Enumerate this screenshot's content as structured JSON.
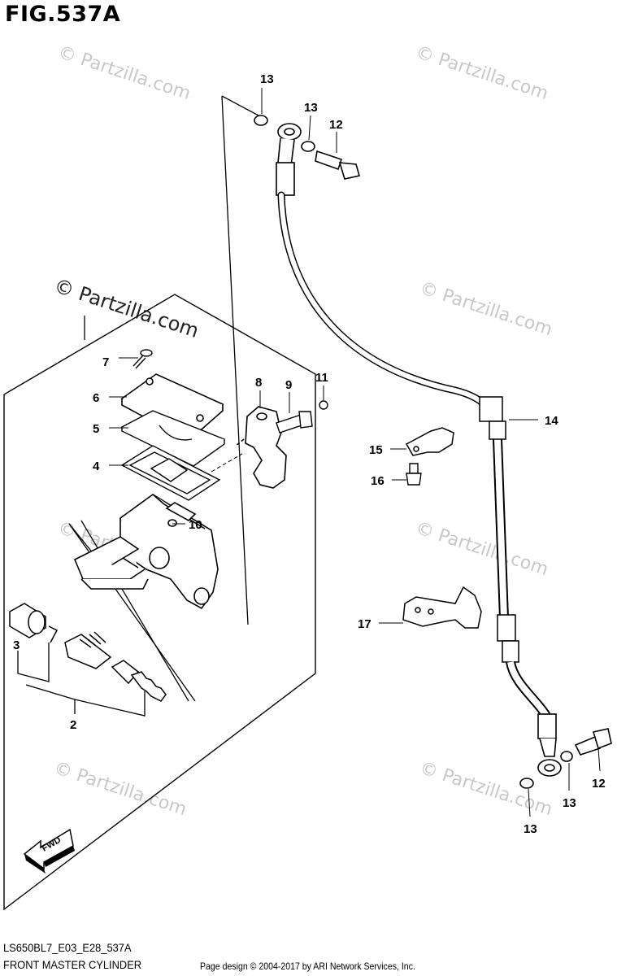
{
  "figure": {
    "title": "FIG.537A",
    "code": "LS650BL7_E03_E28_537A",
    "name": "FRONT MASTER CYLINDER",
    "copyright": "Page design © 2004-2017 by ARI Network Services, Inc."
  },
  "watermark": {
    "text": "© Partzilla.com",
    "prominent_text": "© Partzilla.com"
  },
  "fwd_label": "FWD",
  "callouts": [
    {
      "id": "c13a",
      "label": "13"
    },
    {
      "id": "c13b",
      "label": "13"
    },
    {
      "id": "c12a",
      "label": "12"
    },
    {
      "id": "c7",
      "label": "7"
    },
    {
      "id": "c6",
      "label": "6"
    },
    {
      "id": "c5",
      "label": "5"
    },
    {
      "id": "c4",
      "label": "4"
    },
    {
      "id": "c8",
      "label": "8"
    },
    {
      "id": "c9",
      "label": "9"
    },
    {
      "id": "c11",
      "label": "11"
    },
    {
      "id": "c10",
      "label": "10"
    },
    {
      "id": "c3",
      "label": "3"
    },
    {
      "id": "c2",
      "label": "2"
    },
    {
      "id": "c14",
      "label": "14"
    },
    {
      "id": "c15",
      "label": "15"
    },
    {
      "id": "c16",
      "label": "16"
    },
    {
      "id": "c17",
      "label": "17"
    },
    {
      "id": "c12b",
      "label": "12"
    },
    {
      "id": "c13c",
      "label": "13"
    },
    {
      "id": "c13d",
      "label": "13"
    }
  ],
  "colors": {
    "line": "#000000",
    "watermark": "#c8c8c8"
  }
}
